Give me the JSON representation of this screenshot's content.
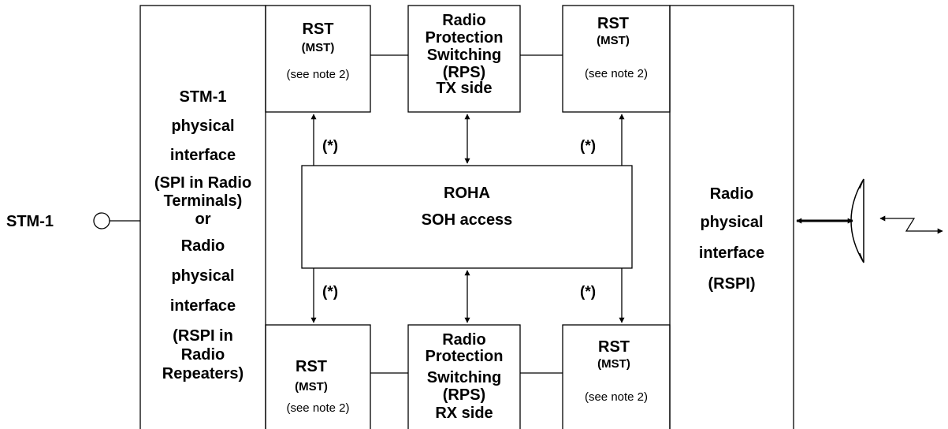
{
  "left_block": {
    "lines": [
      "STM-1",
      "physical",
      "interface",
      "(SPI in Radio",
      "Terminals)",
      "or",
      "Radio",
      "physical",
      "interface",
      "(RSPI in",
      "Radio",
      "Repeaters)"
    ]
  },
  "input_label": "STM-1",
  "right_block": {
    "lines": [
      "Radio",
      "physical",
      "interface",
      "(RSPI)"
    ]
  },
  "roha_block": {
    "line1": "ROHA",
    "line2": "SOH access"
  },
  "rst_top_left": {
    "title": "RST",
    "subtitle": "(MST)",
    "note": "(see note 2)"
  },
  "rst_top_right": {
    "title": "RST",
    "subtitle": "(MST)",
    "note": "(see note 2)"
  },
  "rst_bottom_left": {
    "title": "RST",
    "subtitle": "(MST)",
    "note": "(see note 2)"
  },
  "rst_bottom_right": {
    "title": "RST",
    "subtitle": "(MST)",
    "note": "(see note 2)"
  },
  "rps_tx": {
    "lines": [
      "Radio",
      "Protection",
      "Switching",
      "(RPS)",
      "TX side"
    ]
  },
  "rps_rx": {
    "lines": [
      "Radio",
      "Protection",
      "Switching",
      "(RPS)",
      "RX side"
    ]
  },
  "asterisk_label": "(*)"
}
